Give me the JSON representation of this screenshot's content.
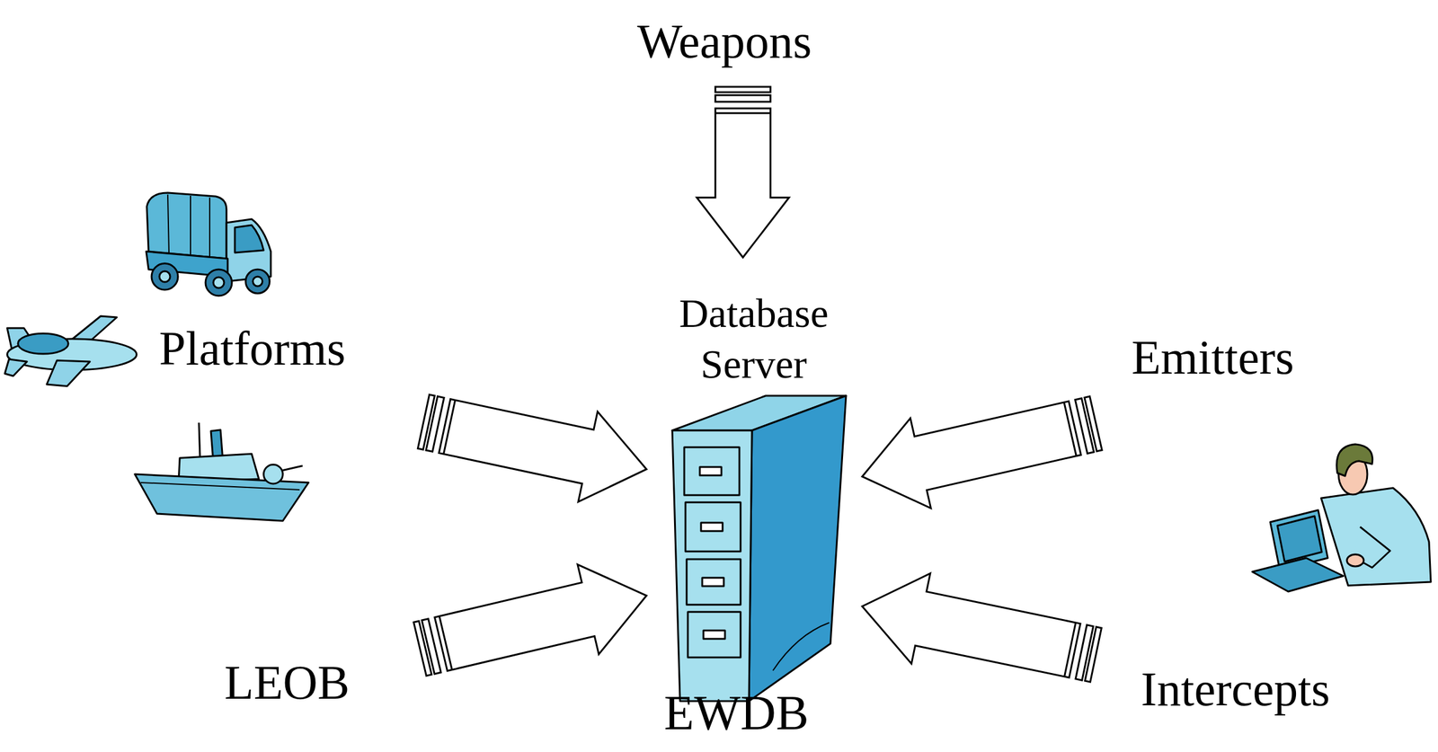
{
  "diagram": {
    "nodes": [
      {
        "text": [
          "Weapons"
        ]
      },
      {
        "text": [
          "Platforms"
        ]
      },
      {
        "text": [
          "Database Server",
          "EWDB"
        ]
      },
      {
        "text": [
          "Emitters"
        ]
      },
      {
        "text": [
          "LEOB"
        ]
      },
      {
        "text": [
          "Intercepts"
        ]
      }
    ],
    "edges": [
      {
        "from": 0,
        "to": 2,
        "arrow": "to"
      },
      {
        "from": 1,
        "to": 2,
        "arrow": "to"
      },
      {
        "from": 3,
        "to": 2,
        "arrow": "to"
      },
      {
        "from": 4,
        "to": 2,
        "arrow": "to"
      },
      {
        "from": 5,
        "to": 2,
        "arrow": "to"
      }
    ]
  }
}
